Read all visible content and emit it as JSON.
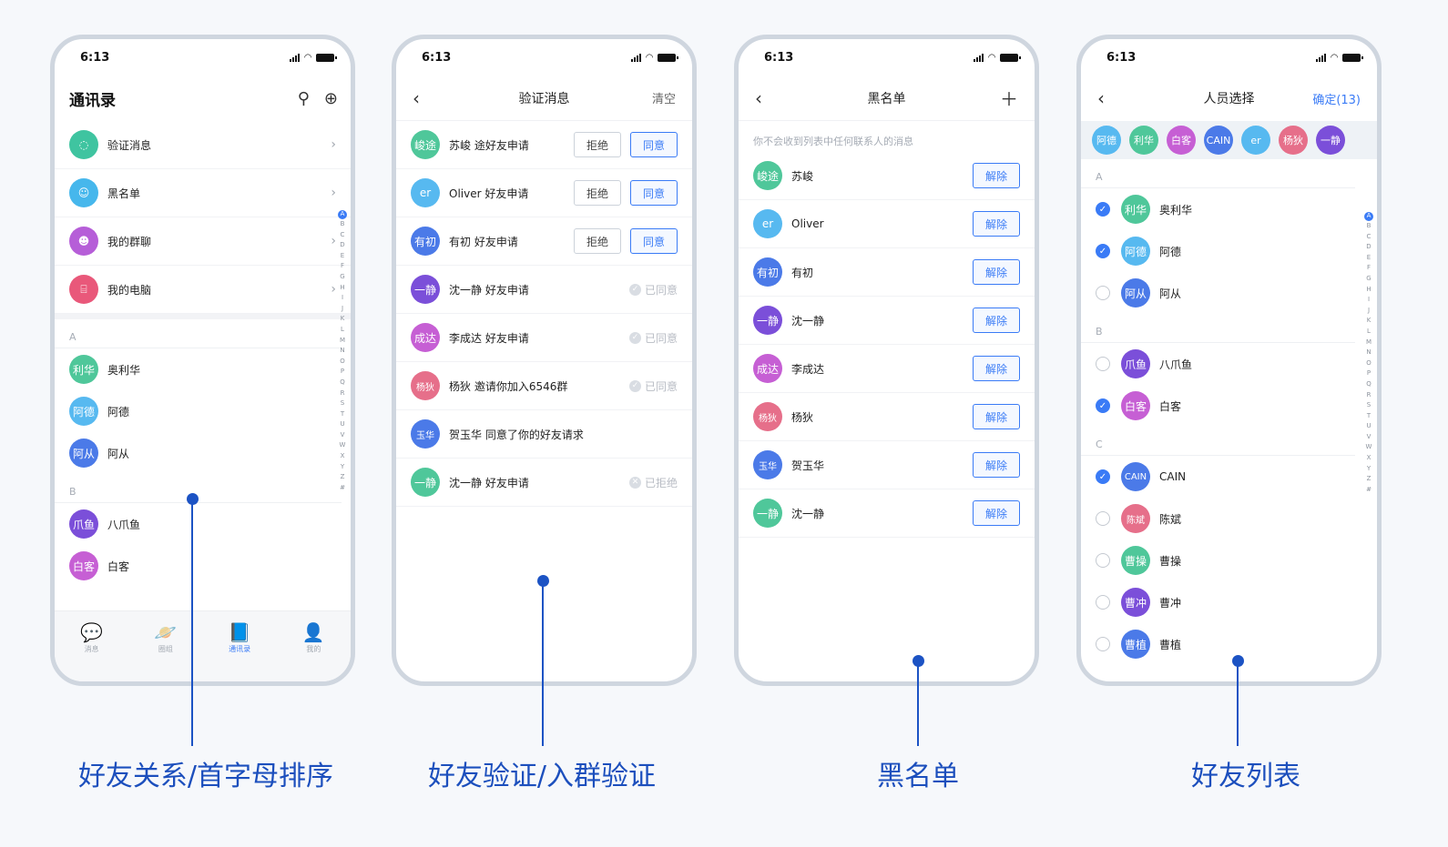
{
  "status_time": "6:13",
  "alpha_index": [
    "A",
    "B",
    "C",
    "D",
    "E",
    "F",
    "G",
    "H",
    "I",
    "J",
    "K",
    "L",
    "M",
    "N",
    "O",
    "P",
    "Q",
    "R",
    "S",
    "T",
    "U",
    "V",
    "W",
    "X",
    "Y",
    "Z",
    "#"
  ],
  "colors": {
    "accent": "#3a7bf6",
    "annotation": "#1c53c4"
  },
  "contacts": {
    "title": "通讯录",
    "icons": [
      "search-icon",
      "add-circle-icon"
    ],
    "menu": [
      {
        "label": "验证消息",
        "icon": "chat-bubble-icon",
        "color": "#3fc4a0"
      },
      {
        "label": "黑名单",
        "icon": "user-icon",
        "color": "#46b7ec"
      },
      {
        "label": "我的群聊",
        "icon": "group-icon",
        "color": "#b65ed8"
      },
      {
        "label": "我的电脑",
        "icon": "computer-icon",
        "color": "#e9587a"
      }
    ],
    "section_a": "A",
    "a_list": [
      {
        "avatar": "利华",
        "name": "奥利华",
        "color": "#4fc79a"
      },
      {
        "avatar": "阿德",
        "name": "阿德",
        "color": "#57b9f0"
      },
      {
        "avatar": "阿从",
        "name": "阿从",
        "color": "#4b7ae8"
      }
    ],
    "section_b": "B",
    "b_list": [
      {
        "avatar": "爪鱼",
        "name": "八爪鱼",
        "color": "#7b4fd9"
      },
      {
        "avatar": "白客",
        "name": "白客",
        "color": "#c65fd4"
      }
    ],
    "tabs": [
      {
        "label": "消息",
        "icon": "chat-icon",
        "glyph": "💬"
      },
      {
        "label": "圈组",
        "icon": "planet-icon",
        "glyph": "🪐"
      },
      {
        "label": "通讯录",
        "icon": "contacts-book-icon",
        "glyph": "📘"
      },
      {
        "label": "我的",
        "icon": "person-icon",
        "glyph": "👤"
      }
    ]
  },
  "verify": {
    "title": "验证消息",
    "clear": "清空",
    "reject": "拒绝",
    "agree": "同意",
    "items": [
      {
        "avatar": "峻途",
        "text": "苏峻 途好友申请",
        "color": "#4fc79a",
        "state": "pending"
      },
      {
        "avatar": "er",
        "text": "Oliver 好友申请",
        "color": "#57b9f0",
        "state": "pending"
      },
      {
        "avatar": "有初",
        "text": "有初 好友申请",
        "color": "#4b7ae8",
        "state": "pending"
      },
      {
        "avatar": "一静",
        "text": "沈一静 好友申请",
        "color": "#7b4fd9",
        "state": "agreed",
        "state_text": "已同意"
      },
      {
        "avatar": "成达",
        "text": "李成达 好友申请",
        "color": "#c65fd4",
        "state": "agreed",
        "state_text": "已同意"
      },
      {
        "avatar": "杨狄",
        "text": "杨狄 邀请你加入6546群",
        "color": "#e66f8a",
        "state": "agreed",
        "state_text": "已同意"
      },
      {
        "avatar": "玉华",
        "text": "贺玉华 同意了你的好友请求",
        "color": "#4b7ae8",
        "state": "none"
      },
      {
        "avatar": "一静",
        "text": "沈一静 好友申请",
        "color": "#4fc79a",
        "state": "rejected",
        "state_text": "已拒绝"
      }
    ]
  },
  "blacklist": {
    "title": "黑名单",
    "hint": "你不会收到列表中任何联系人的消息",
    "remove": "解除",
    "items": [
      {
        "avatar": "峻途",
        "name": "苏峻",
        "color": "#4fc79a"
      },
      {
        "avatar": "er",
        "name": "Oliver",
        "color": "#57b9f0"
      },
      {
        "avatar": "有初",
        "name": "有初",
        "color": "#4b7ae8"
      },
      {
        "avatar": "一静",
        "name": "沈一静",
        "color": "#7b4fd9"
      },
      {
        "avatar": "成达",
        "name": "李成达",
        "color": "#c65fd4"
      },
      {
        "avatar": "杨狄",
        "name": "杨狄",
        "color": "#e66f8a"
      },
      {
        "avatar": "玉华",
        "name": "贺玉华",
        "color": "#4b7ae8"
      },
      {
        "avatar": "一静",
        "name": "沈一静",
        "color": "#4fc79a"
      }
    ]
  },
  "select": {
    "title": "人员选择",
    "confirm": "确定(13)",
    "selected": [
      {
        "avatar": "阿德",
        "color": "#57b9f0"
      },
      {
        "avatar": "利华",
        "color": "#4fc79a"
      },
      {
        "avatar": "白客",
        "color": "#c65fd4"
      },
      {
        "avatar": "CAIN",
        "color": "#4b7ae8"
      },
      {
        "avatar": "er",
        "color": "#57b9f0"
      },
      {
        "avatar": "杨狄",
        "color": "#e66f8a"
      },
      {
        "avatar": "一静",
        "color": "#7b4fd9"
      }
    ],
    "groups": [
      {
        "letter": "A",
        "items": [
          {
            "avatar": "利华",
            "name": "奥利华",
            "color": "#4fc79a",
            "checked": true
          },
          {
            "avatar": "阿德",
            "name": "阿德",
            "color": "#57b9f0",
            "checked": true
          },
          {
            "avatar": "阿从",
            "name": "阿从",
            "color": "#4b7ae8",
            "checked": false
          }
        ]
      },
      {
        "letter": "B",
        "items": [
          {
            "avatar": "爪鱼",
            "name": "八爪鱼",
            "color": "#7b4fd9",
            "checked": false
          },
          {
            "avatar": "白客",
            "name": "白客",
            "color": "#c65fd4",
            "checked": true
          }
        ]
      },
      {
        "letter": "C",
        "items": [
          {
            "avatar": "CAIN",
            "name": "CAIN",
            "color": "#4b7ae8",
            "checked": true
          },
          {
            "avatar": "陈斌",
            "name": "陈斌",
            "color": "#e66f8a",
            "checked": false
          },
          {
            "avatar": "曹操",
            "name": "曹操",
            "color": "#4fc79a",
            "checked": false
          },
          {
            "avatar": "曹冲",
            "name": "曹冲",
            "color": "#7b4fd9",
            "checked": false
          },
          {
            "avatar": "曹植",
            "name": "曹植",
            "color": "#4b7ae8",
            "checked": false
          }
        ]
      }
    ]
  },
  "captions": [
    "好友关系/首字母排序",
    "好友验证/入群验证",
    "黑名单",
    "好友列表"
  ]
}
